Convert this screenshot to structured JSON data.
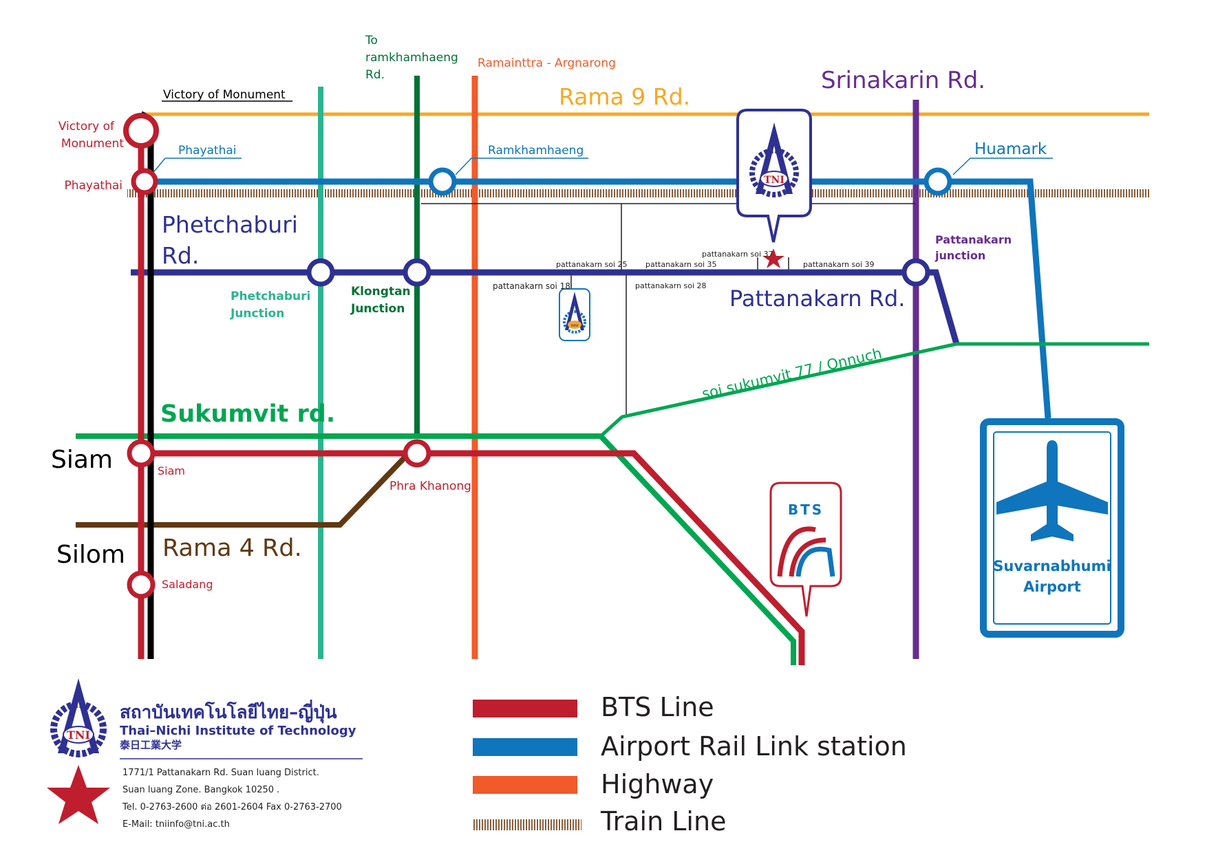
{
  "colors": {
    "bts": "#be1e2d",
    "airport_link": "#0f75bc",
    "highway": "#f15a29",
    "rama9": "#f7a823",
    "phetchaburi": "#2e3192",
    "sukhumvit": "#00a651",
    "rama4": "#603913",
    "srinakarin": "#662d91",
    "teal_line": "#2bb491",
    "dark_green": "#007236",
    "black_line": "#000000",
    "train_line": "#8b5e3c"
  },
  "map": {
    "top_labels": {
      "to_ramkhamhaeng": [
        "To",
        "ramkhamhaeng",
        "Rd."
      ],
      "ramainttra": "Ramainttra - Argnarong",
      "srinakarin": "Srinakarin Rd.",
      "rama9": "Rama 9 Rd.",
      "victory_callout": "Victory of Monument"
    },
    "stations": {
      "victory_red": [
        "Victory of",
        "Monument"
      ],
      "phayathai_red": "Phayathai",
      "phayathai_blue": "Phayathai",
      "ramkhamhaeng": "Ramkhamhaeng",
      "huamark": "Huamark",
      "siam_big": "Siam",
      "siam_small": "Siam",
      "silom": "Silom",
      "saladang": "Saladang",
      "phra_khanong": "Phra Khanong",
      "phetchaburi_junction": [
        "Phetchaburi",
        "Junction"
      ],
      "klongtan_junction": [
        "Klongtan",
        "Junction"
      ],
      "pattanakarn_junction": [
        "Pattanakarn",
        "junction"
      ]
    },
    "roads": {
      "phetchaburi": [
        "Phetchaburi",
        "Rd."
      ],
      "pattanakarn": "Pattanakarn Rd.",
      "sukumvit": "Sukumvit rd.",
      "rama4": "Rama 4 Rd.",
      "soi_sukumvit": "soi sukumvit 77 / Onnuch"
    },
    "sois": {
      "soi25": "pattanakarn soi 25",
      "soi35": "pattanakarn soi 35",
      "soi37": "pattanakarn soi 37",
      "soi39": "pattanakarn soi 39",
      "soi18": "pattanakarn soi 18",
      "soi28": "pattanakarn soi 28"
    },
    "markers": {
      "tni_badge": "TNI",
      "tni_small_badge": "สสท",
      "bts_logo": "BTS",
      "airport": [
        "Suvarnabhumi",
        "Airport"
      ]
    }
  },
  "legend": [
    {
      "label": "BTS Line",
      "color": "#be1e2d",
      "style": "solid"
    },
    {
      "label": "Airport Rail Link station",
      "color": "#0f75bc",
      "style": "solid"
    },
    {
      "label": "Highway",
      "color": "#f15a29",
      "style": "solid"
    },
    {
      "label": "Train Line",
      "color": "#8b5e3c",
      "style": "hatched"
    }
  ],
  "footer": {
    "logo_text": "TNI",
    "name_thai": "สถาบันเทคโนโลยีไทย–ญี่ปุ่น",
    "name_en": "Thai–Nichi Institute of Technology",
    "name_jp": "泰日工業大学",
    "address": [
      "1771/1 Pattanakarn  Rd. Suan luang District.",
      "Suan luang Zone. Bangkok 10250 .",
      "Tel. 0-2763-2600 ต่อ 2601-2604 Fax 0-2763-2700",
      "E-Mail: tniinfo@tni.ac.th"
    ]
  }
}
